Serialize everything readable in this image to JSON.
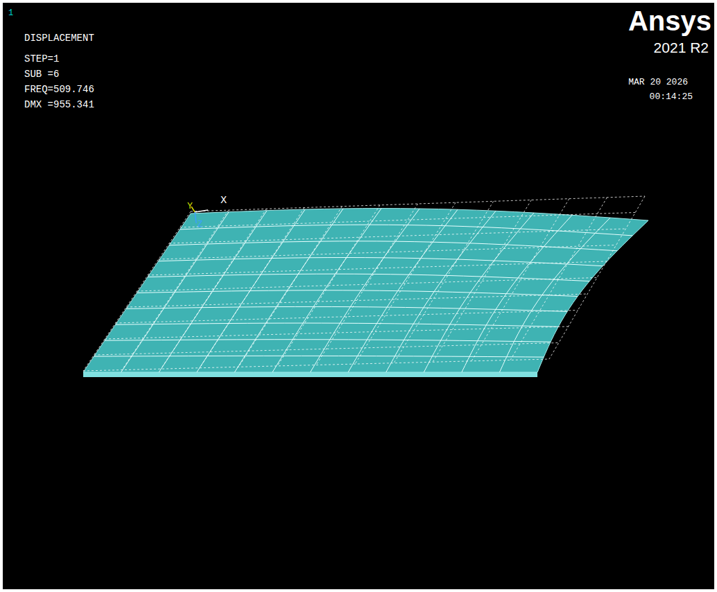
{
  "diagram": {
    "labels": [
      "1",
      "DISPLACEMENT",
      "STEP=1",
      "SUB =6",
      "FREQ=509.746",
      "DMX =955.341",
      "Ansys",
      "2021 R2",
      "MAR 20 2026",
      "00:14:25",
      "X",
      "Y",
      "Z"
    ]
  }
}
